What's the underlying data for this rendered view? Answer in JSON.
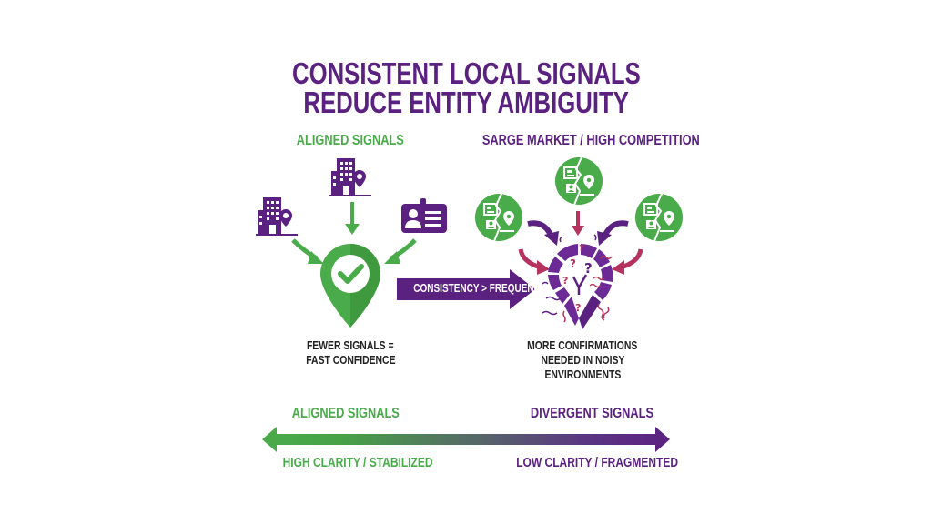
{
  "title": {
    "line1": "CONSISTENT LOCAL SIGNALS",
    "line2": "REDUCE ENTITY AMBIGUITY"
  },
  "left_panel": {
    "heading": "ALIGNED SIGNALS",
    "icons": [
      "building-pin-icon",
      "building-pin-icon",
      "id-card-icon"
    ],
    "center_icon": "check-pin-icon",
    "caption_line1": "FEWER SIGNALS =",
    "caption_line2": "FAST CONFIDENCE"
  },
  "middle_arrow": {
    "label": "CONSISTENCY > FREQUENCY"
  },
  "right_panel": {
    "heading": "SARGE MARKET / HIGH COMPETITION",
    "icons": [
      "fractured-listing-icon",
      "fractured-listing-icon",
      "fractured-listing-icon"
    ],
    "center_icon": "broken-question-pin-icon",
    "caption_line1": "MORE CONFIRMATIONS",
    "caption_line2": "NEEDED IN NOISY",
    "caption_line3": "ENVIRONMENTS"
  },
  "spectrum": {
    "left_top": "ALIGNED SIGNALS",
    "right_top": "DIVERGENT SIGNALS",
    "left_bottom": "HIGH CLARITY / STABILIZED",
    "right_bottom": "LOW CLARITY / FRAGMENTED"
  },
  "colors": {
    "green": "#4aab4a",
    "purple": "#5b2181",
    "magenta": "#b5335e",
    "text_dark": "#222222"
  }
}
